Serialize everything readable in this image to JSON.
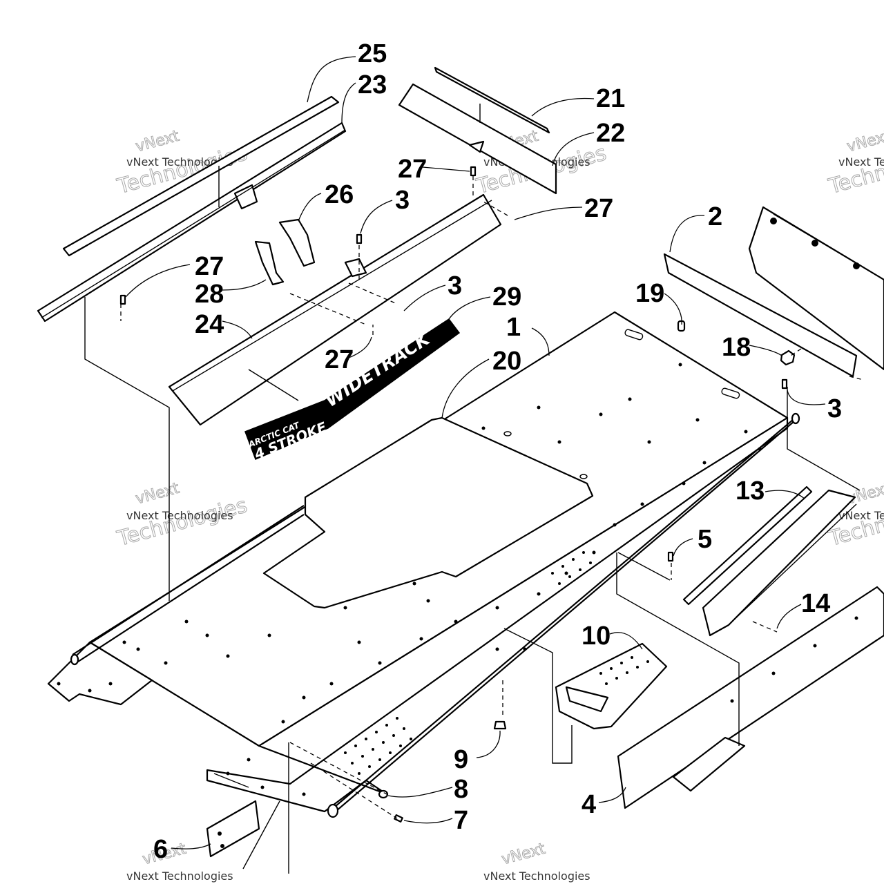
{
  "callouts": [
    {
      "id": "25",
      "label": "25"
    },
    {
      "id": "23",
      "label": "23"
    },
    {
      "id": "21",
      "label": "21"
    },
    {
      "id": "22",
      "label": "22"
    },
    {
      "id": "27a",
      "label": "27"
    },
    {
      "id": "27b",
      "label": "27"
    },
    {
      "id": "26",
      "label": "26"
    },
    {
      "id": "3a",
      "label": "3"
    },
    {
      "id": "2",
      "label": "2"
    },
    {
      "id": "27c",
      "label": "27"
    },
    {
      "id": "28",
      "label": "28"
    },
    {
      "id": "24",
      "label": "24"
    },
    {
      "id": "3b",
      "label": "3"
    },
    {
      "id": "29",
      "label": "29"
    },
    {
      "id": "19",
      "label": "19"
    },
    {
      "id": "1",
      "label": "1"
    },
    {
      "id": "18",
      "label": "18"
    },
    {
      "id": "27d",
      "label": "27"
    },
    {
      "id": "20",
      "label": "20"
    },
    {
      "id": "3c",
      "label": "3"
    },
    {
      "id": "13",
      "label": "13"
    },
    {
      "id": "5",
      "label": "5"
    },
    {
      "id": "14",
      "label": "14"
    },
    {
      "id": "10",
      "label": "10"
    },
    {
      "id": "9",
      "label": "9"
    },
    {
      "id": "8",
      "label": "8"
    },
    {
      "id": "7",
      "label": "7"
    },
    {
      "id": "4",
      "label": "4"
    },
    {
      "id": "6",
      "label": "6"
    }
  ],
  "decal": {
    "brand": "ARCTIC CAT",
    "engine": "4 STROKE",
    "model": "WIDETRACK"
  },
  "watermark": {
    "line1": "vNext",
    "line2": "vNext Technologies",
    "line3": "Technologies"
  }
}
